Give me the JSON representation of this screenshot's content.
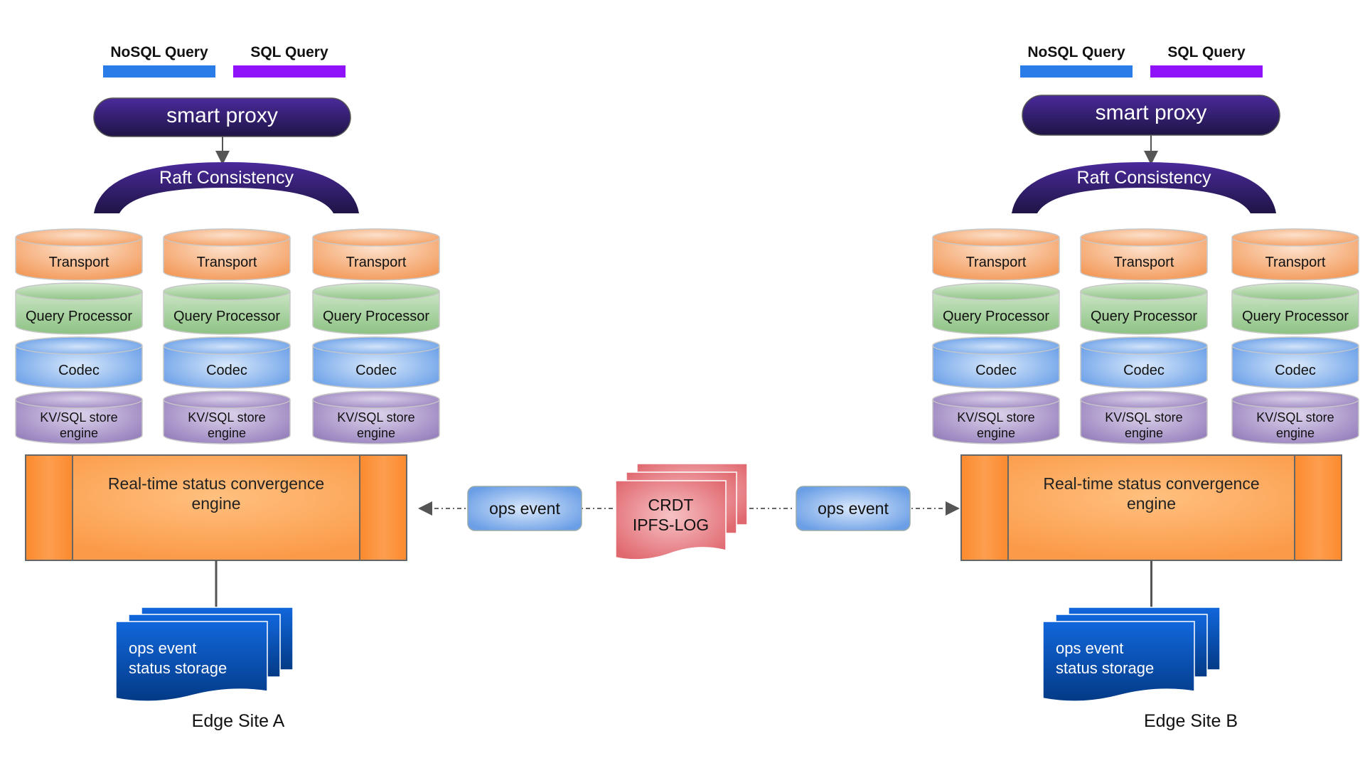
{
  "sites": [
    {
      "name": "Edge Site A",
      "queries": [
        {
          "label": "NoSQL Query",
          "color": "#2a7de8"
        },
        {
          "label": "SQL Query",
          "color": "#9012f9"
        }
      ],
      "proxy_label": "smart proxy",
      "consensus_label": "Raft Consistency",
      "nodes": [
        {
          "layers": [
            "Transport",
            "Query Processor",
            "Codec",
            "KV/SQL store engine"
          ]
        },
        {
          "layers": [
            "Transport",
            "Query Processor",
            "Codec",
            "KV/SQL store engine"
          ]
        },
        {
          "layers": [
            "Transport",
            "Query Processor",
            "Codec",
            "KV/SQL store engine"
          ]
        }
      ],
      "engine_label": "Real-time status convergence engine",
      "storage_label": "ops event status storage"
    },
    {
      "name": "Edge Site B",
      "queries": [
        {
          "label": "NoSQL Query",
          "color": "#2a7de8"
        },
        {
          "label": "SQL Query",
          "color": "#9012f9"
        }
      ],
      "proxy_label": "smart proxy",
      "consensus_label": "Raft Consistency",
      "nodes": [
        {
          "layers": [
            "Transport",
            "Query Processor",
            "Codec",
            "KV/SQL store engine"
          ]
        },
        {
          "layers": [
            "Transport",
            "Query Processor",
            "Codec",
            "KV/SQL store engine"
          ]
        },
        {
          "layers": [
            "Transport",
            "Query Processor",
            "Codec",
            "KV/SQL store engine"
          ]
        }
      ],
      "engine_label": "Real-time status convergence engine",
      "storage_label": "ops event status storage"
    }
  ],
  "sync": {
    "left_event_label": "ops event",
    "right_event_label": "ops event",
    "log_label": "CRDT IPFS-LOG"
  },
  "colors": {
    "proxy": "#3b2287",
    "transport": "#f5a66a",
    "query_processor": "#9fcf94",
    "codec": "#6aa0ea",
    "store_engine": "#a48cc8",
    "engine": "#fb8f35",
    "event": "#7aaaec",
    "crdt": "#e57d83",
    "storage": "#0b4fad",
    "connector": "#555555"
  }
}
